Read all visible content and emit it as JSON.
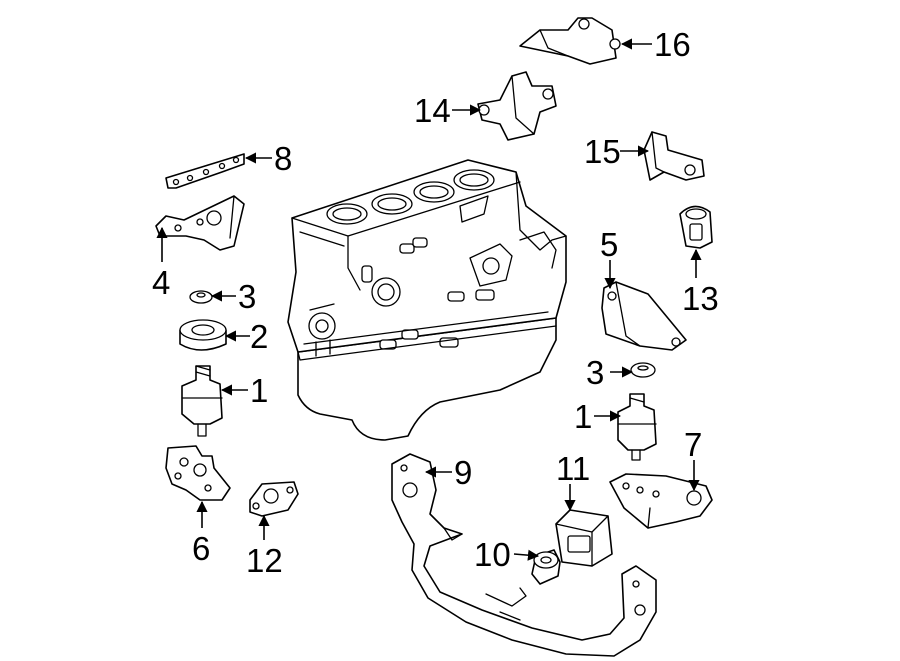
{
  "callouts": [
    {
      "id": "1a",
      "label": "1"
    },
    {
      "id": "1b",
      "label": "1"
    },
    {
      "id": "2",
      "label": "2"
    },
    {
      "id": "3a",
      "label": "3"
    },
    {
      "id": "3b",
      "label": "3"
    },
    {
      "id": "4",
      "label": "4"
    },
    {
      "id": "5",
      "label": "5"
    },
    {
      "id": "6",
      "label": "6"
    },
    {
      "id": "7",
      "label": "7"
    },
    {
      "id": "8",
      "label": "8"
    },
    {
      "id": "9",
      "label": "9"
    },
    {
      "id": "10",
      "label": "10"
    },
    {
      "id": "11",
      "label": "11"
    },
    {
      "id": "12",
      "label": "12"
    },
    {
      "id": "13",
      "label": "13"
    },
    {
      "id": "14",
      "label": "14"
    },
    {
      "id": "15",
      "label": "15"
    },
    {
      "id": "16",
      "label": "16"
    }
  ]
}
